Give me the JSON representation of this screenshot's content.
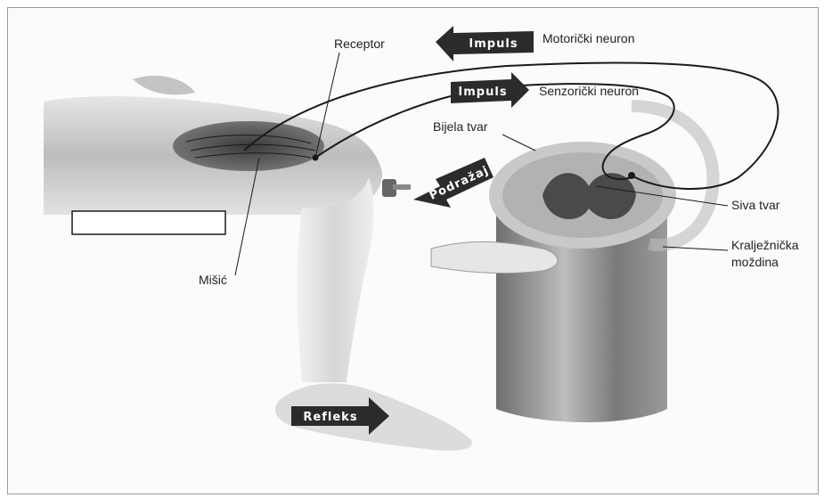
{
  "labels": {
    "receptor": "Receptor",
    "motor_neuron": "Motorički neuron",
    "sensory_neuron": "Senzorički neuron",
    "white_matter": "Bijela tvar",
    "gray_matter": "Siva tvar",
    "spinal_cord_line1": "Kralježnička",
    "spinal_cord_line2": "moždina",
    "muscle": "Mišić"
  },
  "arrows": {
    "motor_impulse": "Impuls",
    "sensory_impulse": "Impuls",
    "stimulus": "Podražaj",
    "reflex": "Refleks"
  },
  "colors": {
    "arrow_fill": "#2b2b2b",
    "line": "#1a1a1a",
    "tissue_dark": "#5a5a5a",
    "tissue_light": "#cfcfcf"
  }
}
